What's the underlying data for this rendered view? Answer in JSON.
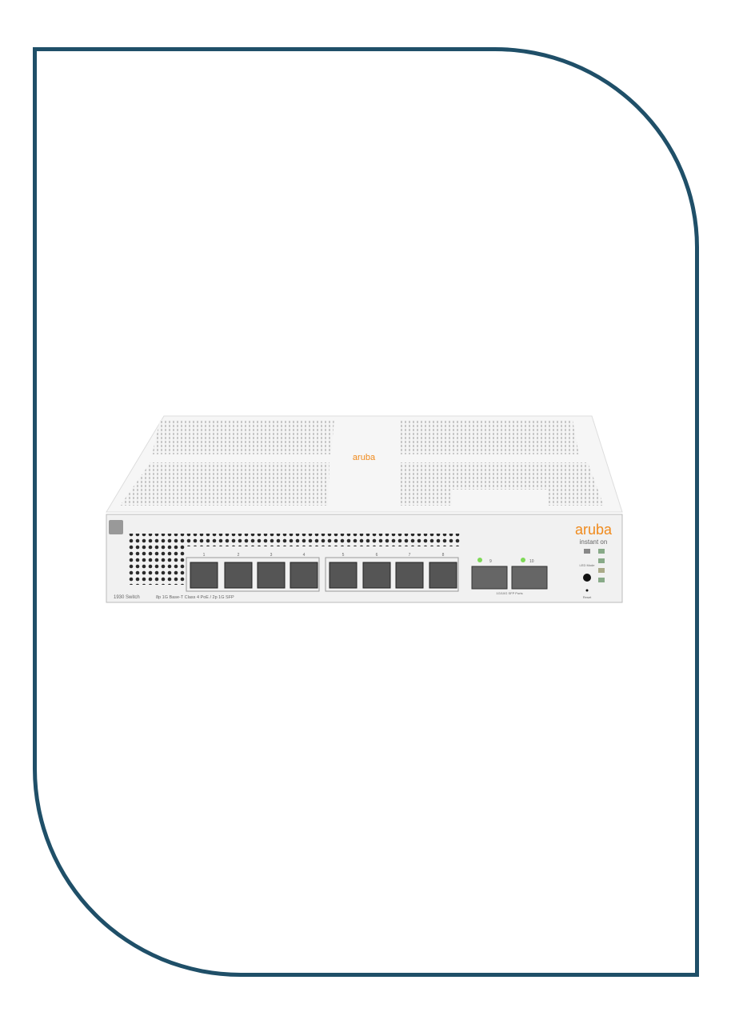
{
  "product": {
    "brand": "aruba",
    "sub_brand": "instant on",
    "model": "1930 Switch",
    "description": "8p 1G Base-T Class 4 PoE / 2p 1G SFP",
    "sfp_label": "1G/10G SFP Ports",
    "port_numbers": [
      "1",
      "2",
      "3",
      "4",
      "5",
      "6",
      "7",
      "8"
    ],
    "sfp_numbers": [
      "9",
      "10"
    ],
    "led_mode_label": "LED Mode",
    "reset_label": "Reset",
    "colors": {
      "frame": "#1f4f68",
      "brand": "#f08a1c",
      "led": "#7ed957"
    }
  }
}
